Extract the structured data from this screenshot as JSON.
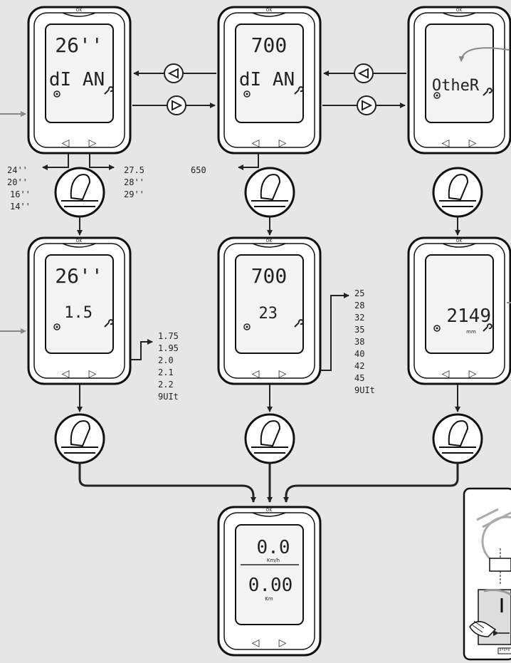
{
  "devices": {
    "d1": {
      "top": "26''",
      "bottom": "dI AN"
    },
    "d2": {
      "top": "700",
      "bottom": "dI AN"
    },
    "d3": {
      "top": "",
      "bottom": "OtheR"
    },
    "d4": {
      "top": "26''",
      "bottom": "1.5"
    },
    "d5": {
      "top": "700",
      "bottom": "23"
    },
    "d6": {
      "top": "",
      "bottom": "2149",
      "unit": "mm"
    },
    "d7": {
      "top": "0.0",
      "top_unit": "Km/h",
      "bottom": "0.00",
      "bottom_unit": "Km"
    }
  },
  "ok_label": "OK",
  "nav": {
    "left": "◁",
    "right": "▷"
  },
  "options": {
    "left_sizes": [
      "24''",
      "20''",
      "16''",
      "14''"
    ],
    "right_sizes": [
      "27.5",
      "28''",
      "29''"
    ],
    "sizes_650": "650",
    "widths_26": [
      "1.75",
      "1.95",
      "2.0",
      "2.1",
      "2.2",
      "9UIt"
    ],
    "widths_700": [
      "25",
      "28",
      "32",
      "35",
      "38",
      "40",
      "42",
      "45",
      "9UIt"
    ]
  },
  "icons": [
    "wrench-icon",
    "wheel-icon",
    "finger-press-icon",
    "bicycle-icon",
    "ruler-icon"
  ]
}
